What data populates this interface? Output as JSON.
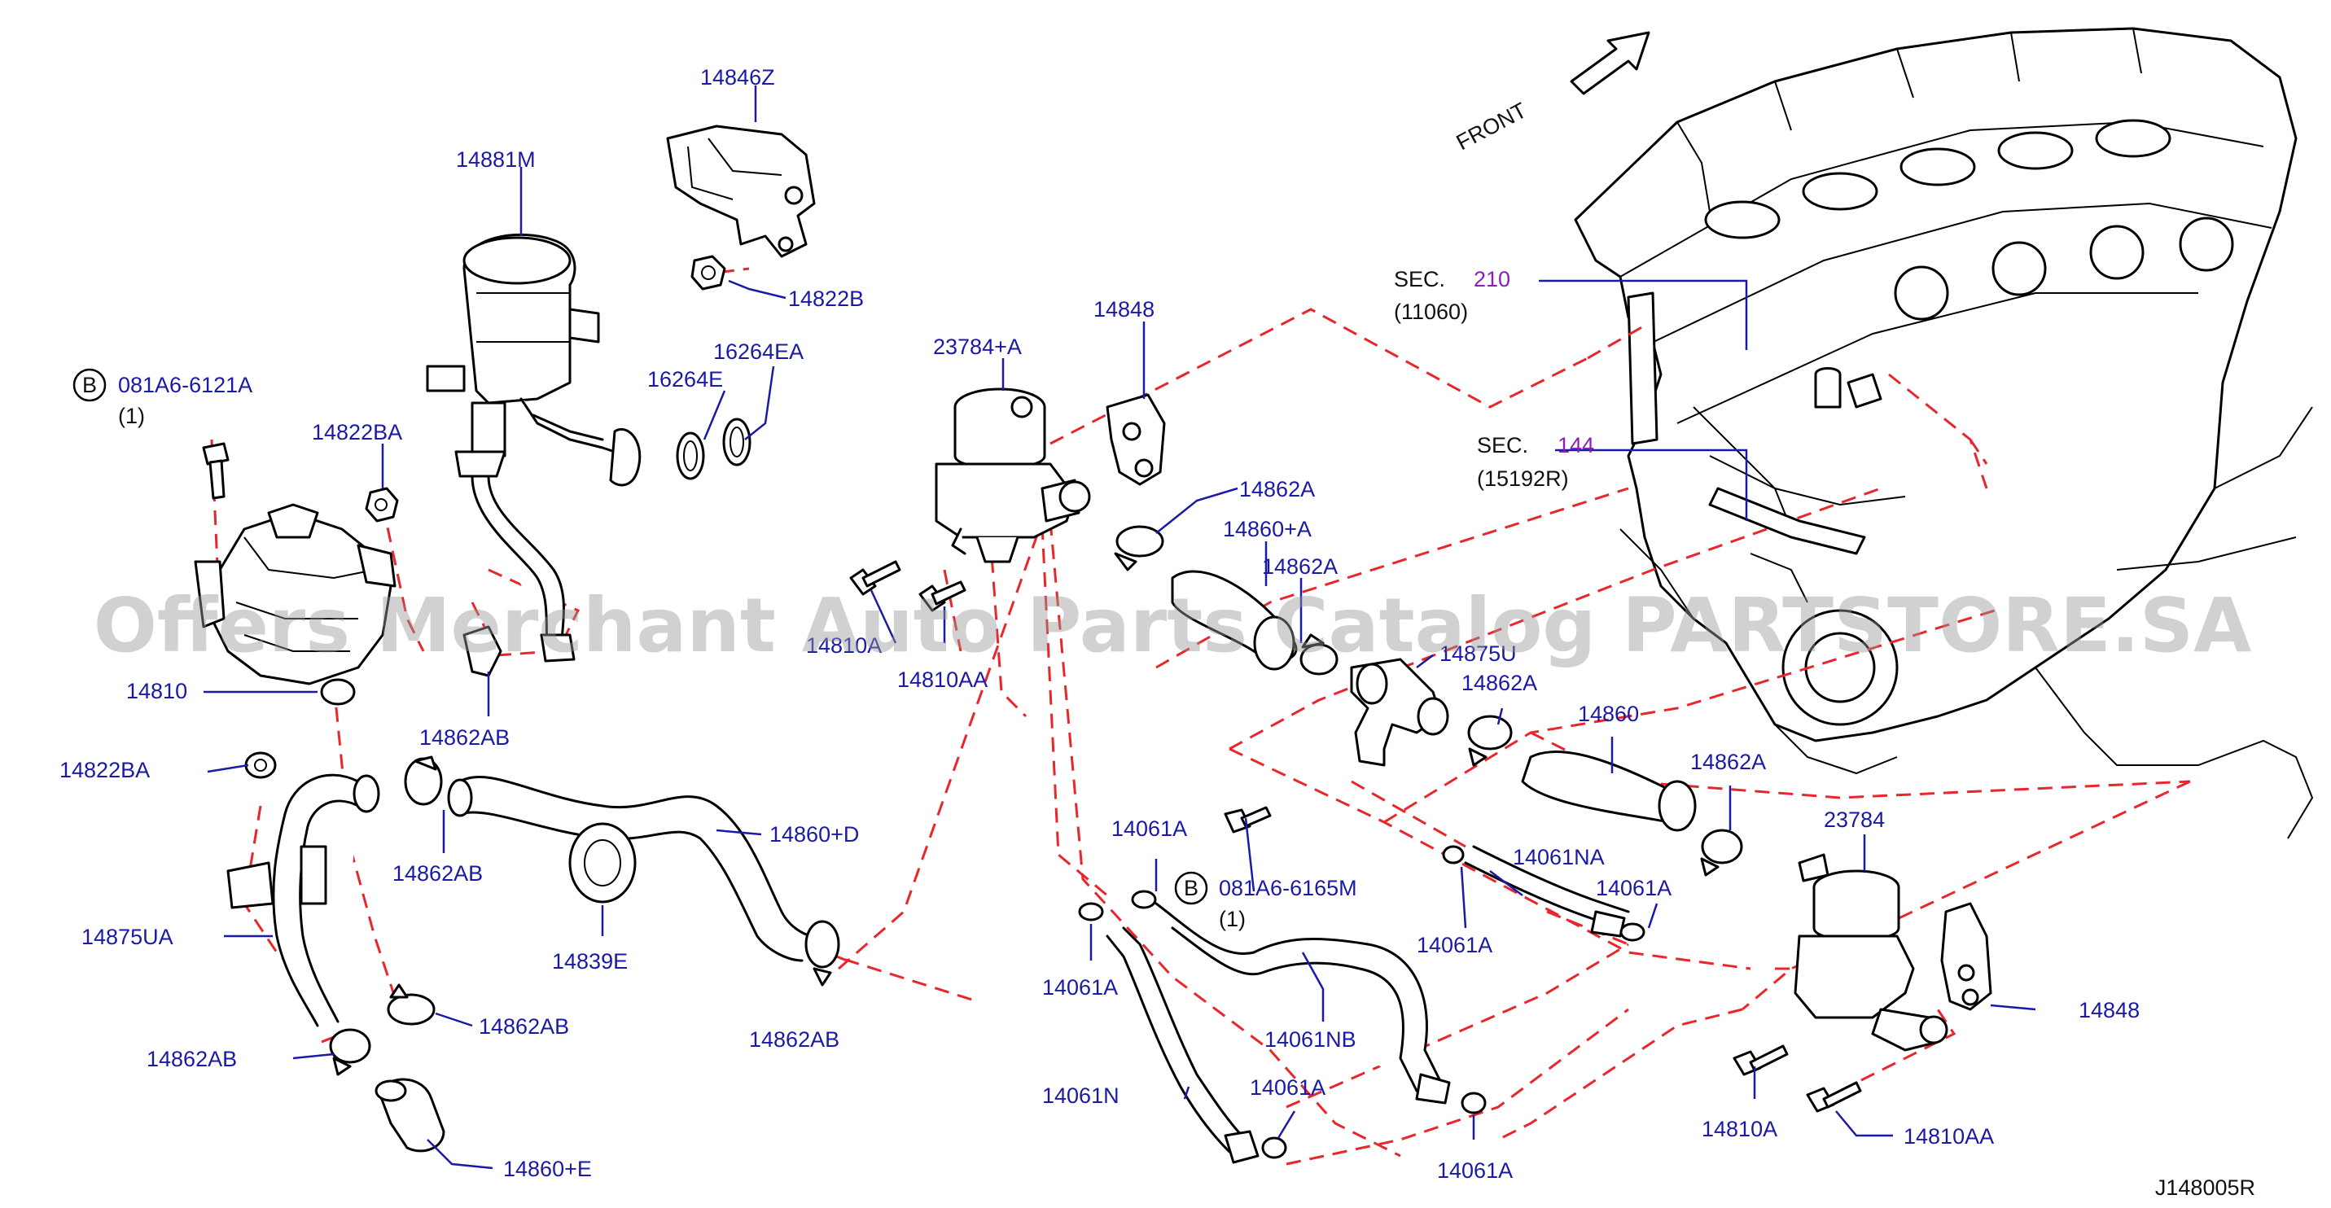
{
  "diagram_id": "J148005R",
  "front_label": "FRONT",
  "watermark": "Offers Merchant Auto Parts Catalog PARTSTORE.SA",
  "sections": [
    {
      "sec": "SEC.",
      "num": "210",
      "ref": "(11060)"
    },
    {
      "sec": "SEC.",
      "num": "144",
      "ref": "(15192R)"
    }
  ],
  "callouts": [
    {
      "letter": "B",
      "part": "081A6-6121A",
      "qty": "(1)"
    },
    {
      "letter": "B",
      "part": "081A6-6165M",
      "qty": "(1)"
    }
  ],
  "labels": {
    "l14846Z": "14846Z",
    "l14881M": "14881M",
    "l14822B": "14822B",
    "l16264EA": "16264EA",
    "l16264E": "16264E",
    "l14848a": "14848",
    "l23784A": "23784+A",
    "l14822BA_a": "14822BA",
    "l14862A_a": "14862A",
    "l14860A": "14860+A",
    "l14862A_b": "14862A",
    "l14810A_a": "14810A",
    "l14810AA_a": "14810AA",
    "l14875U": "14875U",
    "l14862A_c": "14862A",
    "l14810": "14810",
    "l14862AB_a": "14862AB",
    "l14822BA_b": "14822BA",
    "l14860": "14860",
    "l14862A_d": "14862A",
    "l14862AB_b": "14862AB",
    "l14860D": "14860+D",
    "l14061A_a": "14061A",
    "l14061NA": "14061NA",
    "l14061A_b": "14061A",
    "l14061A_c": "14061A",
    "l23784": "23784",
    "l14875UA": "14875UA",
    "l14839E": "14839E",
    "l14061A_d": "14061A",
    "l14862AB_c": "14862AB",
    "l14862AB_d": "14862AB",
    "l14061NB": "14061NB",
    "l14848b": "14848",
    "l14862AB_e": "14862AB",
    "l14061N": "14061N",
    "l14061A_e": "14061A",
    "l14810A_b": "14810A",
    "l14810AA_b": "14810AA",
    "l14860E": "14860+E",
    "l14061A_f": "14061A"
  }
}
